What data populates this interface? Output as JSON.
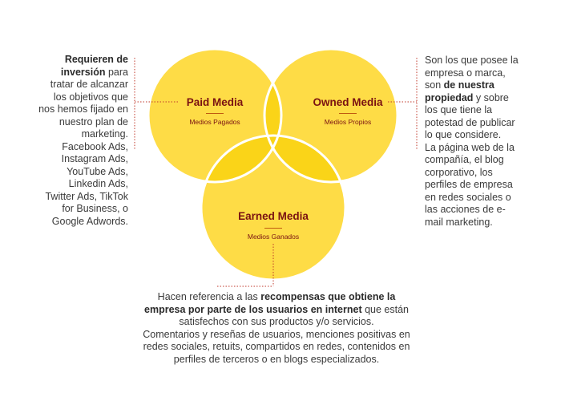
{
  "colors": {
    "circle_fill": "#fedc46",
    "overlap_fill": "#fad418",
    "circle_stroke": "#ffffff",
    "label_color": "#7a1212",
    "connector_color": "#c0392b"
  },
  "circles": {
    "paid": {
      "title": "Paid Media",
      "subtitle": "Medios Pagados"
    },
    "owned": {
      "title": "Owned Media",
      "subtitle": "Medios Propios"
    },
    "earned": {
      "title": "Earned Media",
      "subtitle": "Medios Ganados"
    }
  },
  "descriptions": {
    "paid": {
      "bold": "Requieren de inversión",
      "text": " para tratar de alcanzar los objetivos que nos hemos fijado en nuestro plan de marketing.",
      "examples": "Facebook Ads, Instagram Ads, YouTube Ads, Linkedin Ads, Twitter Ads, TikTok for Business, o Google Adwords."
    },
    "owned": {
      "text_before": "Son los que posee la empresa o marca, son ",
      "bold": "de nuestra propiedad",
      "text_after": " y sobre los que tiene la potestad de publicar lo que considere.",
      "examples": "La página web de la compañía, el blog corporativo, los perfiles de empresa en redes sociales o las acciones de e-mail marketing."
    },
    "earned": {
      "text_before": "Hacen referencia a las ",
      "bold": "recompensas que obtiene la empresa por parte de los usuarios en internet",
      "text_after": " que están satisfechos con sus productos y/o servicios.",
      "examples": "Comentarios y reseñas de usuarios, menciones positivas en redes sociales, retuits, compartidos en redes, contenidos en perfiles de terceros o en blogs especializados."
    }
  }
}
